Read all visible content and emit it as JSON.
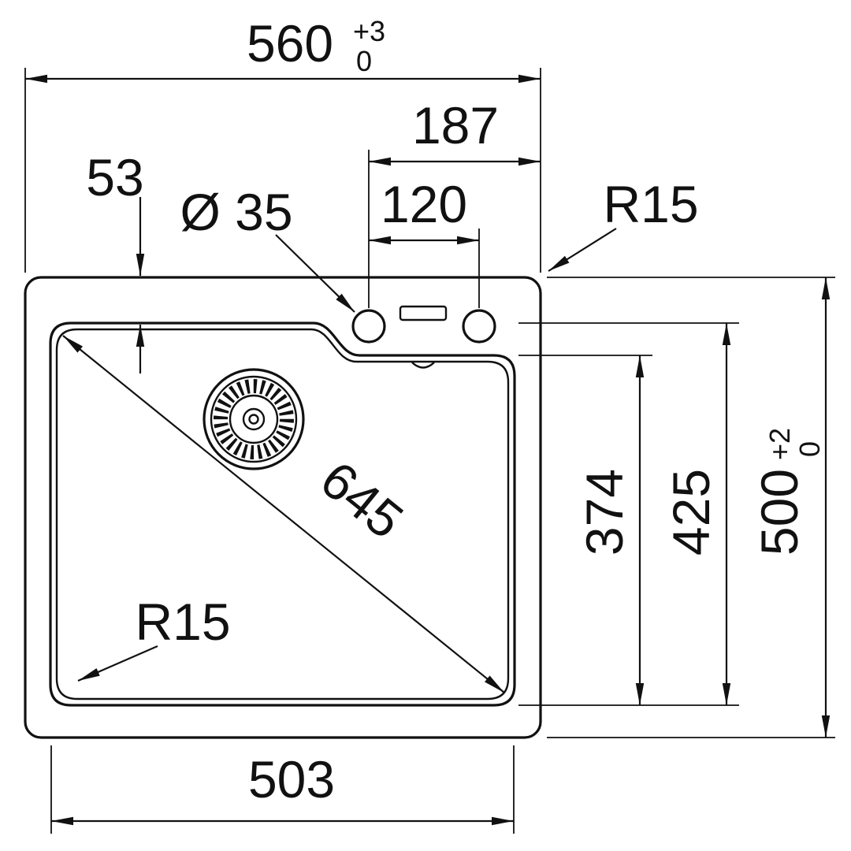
{
  "drawing": {
    "background": "#ffffff",
    "line_color": "#111111",
    "labels": {
      "overall_width": {
        "value": "560",
        "tol_upper": "+3",
        "tol_lower": "0"
      },
      "tap_ledge_offset": "187",
      "tap_hole_spacing": "120",
      "rim_width": "53",
      "tap_hole_diameter": "Ø 35",
      "radius_outer_corner": "R15",
      "radius_bowl_corner": "R15",
      "bowl_diagonal": "645",
      "bowl_inner_depth": "374",
      "bowl_inner_height": "425",
      "overall_depth": {
        "value": "500",
        "tol_upper": "+2",
        "tol_lower": "0"
      },
      "bowl_inner_width": "503"
    }
  }
}
